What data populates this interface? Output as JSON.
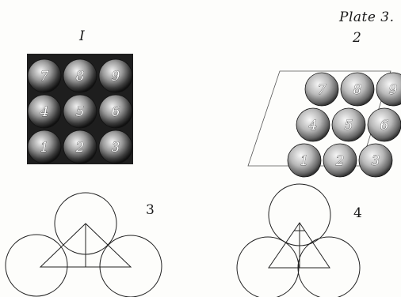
{
  "plate_title": "Plate 3.",
  "figures": {
    "fig1": {
      "label": "I",
      "balls": [
        {
          "n": "7",
          "row": 0,
          "col": 0
        },
        {
          "n": "8",
          "row": 0,
          "col": 1
        },
        {
          "n": "9",
          "row": 0,
          "col": 2
        },
        {
          "n": "4",
          "row": 1,
          "col": 0
        },
        {
          "n": "5",
          "row": 1,
          "col": 1
        },
        {
          "n": "6",
          "row": 1,
          "col": 2
        },
        {
          "n": "1",
          "row": 2,
          "col": 0
        },
        {
          "n": "2",
          "row": 2,
          "col": 1
        },
        {
          "n": "3",
          "row": 2,
          "col": 2
        }
      ]
    },
    "fig2": {
      "label": "2",
      "balls": [
        {
          "n": "7",
          "row": 0,
          "col": 0
        },
        {
          "n": "8",
          "row": 0,
          "col": 1
        },
        {
          "n": "9",
          "row": 0,
          "col": 2
        },
        {
          "n": "4",
          "row": 1,
          "col": 0
        },
        {
          "n": "5",
          "row": 1,
          "col": 1
        },
        {
          "n": "6",
          "row": 1,
          "col": 2
        },
        {
          "n": "1",
          "row": 2,
          "col": 0
        },
        {
          "n": "2",
          "row": 2,
          "col": 1
        },
        {
          "n": "3",
          "row": 2,
          "col": 2
        }
      ]
    },
    "fig3": {
      "label": "3"
    },
    "fig4": {
      "label": "4"
    }
  }
}
